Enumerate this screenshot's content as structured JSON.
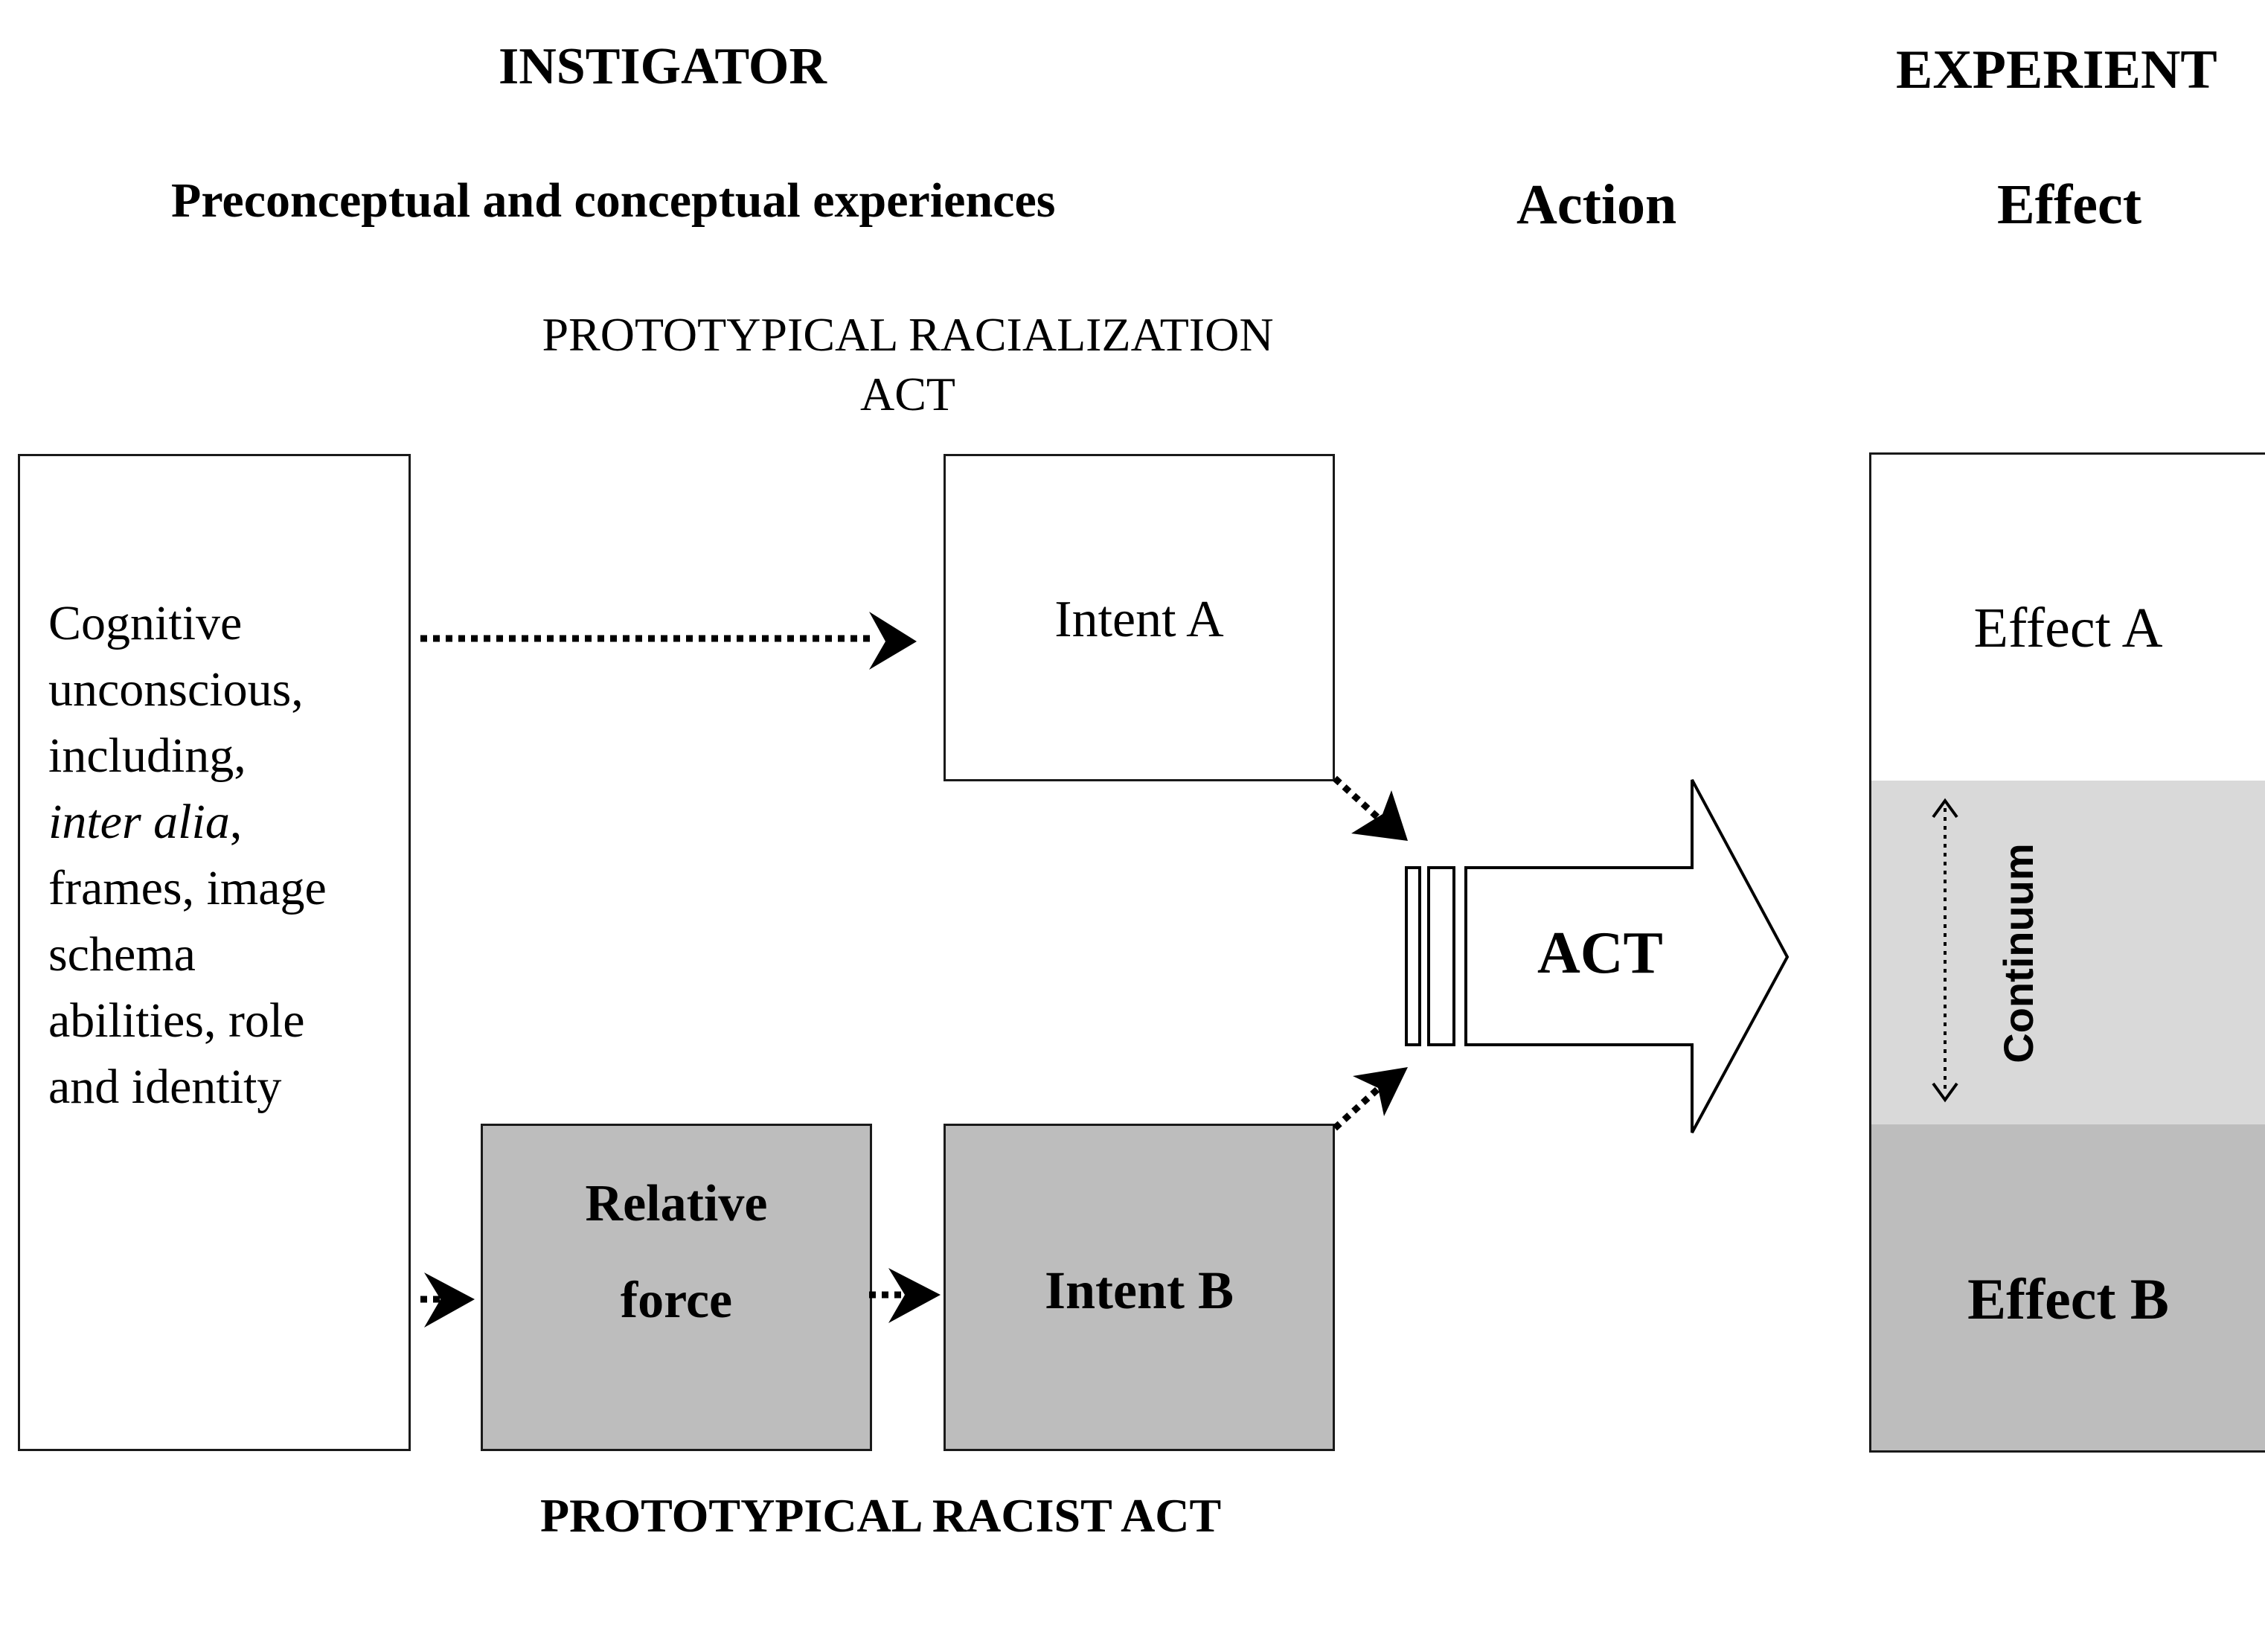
{
  "headers": {
    "instigator": "INSTIGATOR",
    "experient": "EXPERIENT",
    "preconceptual": "Preconceptual and conceptual experiences",
    "action": "Action",
    "effect": "Effect"
  },
  "racialization_label": {
    "line1": "PROTOTYPICAL RACIALIZATION",
    "line2": "ACT"
  },
  "racist_label": "PROTOTYPICAL RACIST ACT",
  "cognitive_box": {
    "lines": [
      "Cognitive",
      "unconscious,",
      "including,"
    ],
    "italic": "inter alia",
    "italic_suffix": ",",
    "more_lines": [
      "frames, image",
      "schema",
      "abilities, role",
      "and identity"
    ]
  },
  "intent_a": "Intent A",
  "relative_force": {
    "line1": "Relative",
    "line2": "force"
  },
  "intent_b": "Intent B",
  "act": "ACT",
  "effect_box": {
    "effect_a": "Effect A",
    "continuum": "Continuum",
    "effect_b": "Effect B"
  },
  "colors": {
    "shaded_box": "#bdbdbd",
    "continuum_band": "#d9d9d9",
    "effect_b_band": "#bdbdbd",
    "stroke": "#1a1a1a"
  }
}
